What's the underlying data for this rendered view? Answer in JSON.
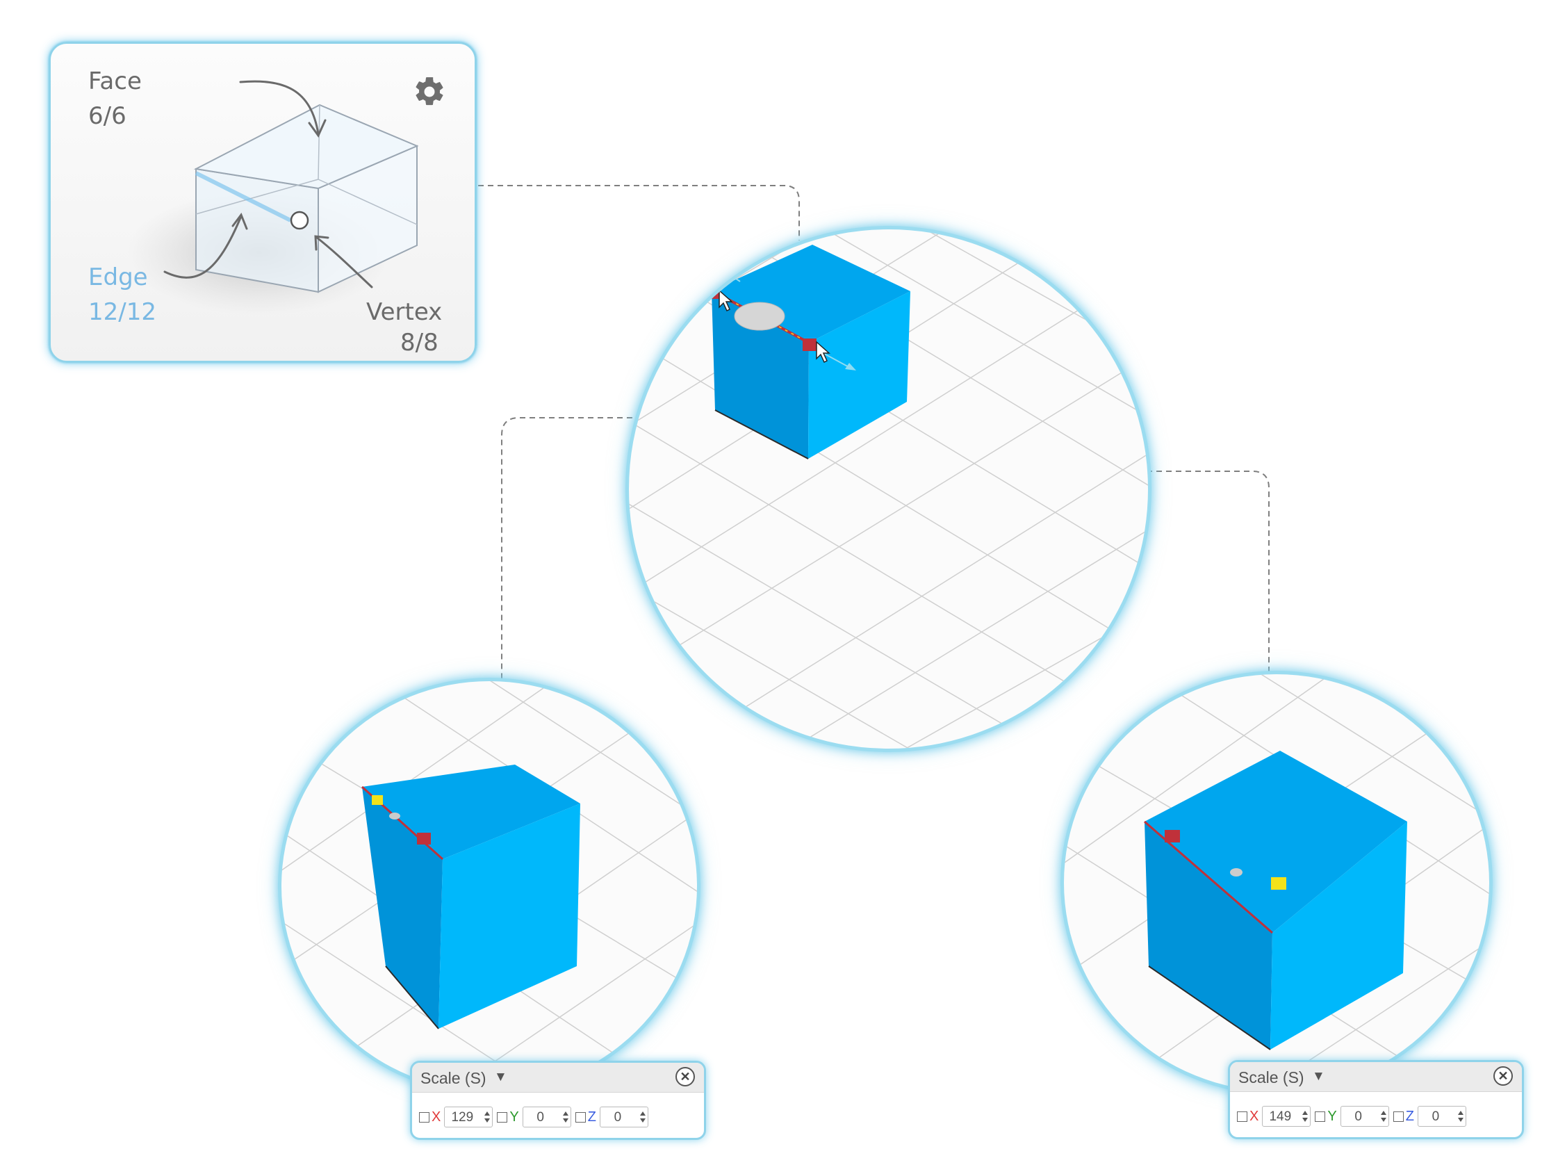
{
  "selection_modes": {
    "face": {
      "label": "Face",
      "count": "6/6"
    },
    "edge": {
      "label": "Edge",
      "count": "12/12"
    },
    "vertex": {
      "label": "Vertex",
      "count": "8/8"
    },
    "active": "edge"
  },
  "colors": {
    "accent_glow": "#8fd3ea",
    "active_mode": "#79b8e3",
    "cube_top": "#00a6ee",
    "cube_left": "#0093d9",
    "cube_right": "#00b8fb",
    "handle_red": "#c0313a",
    "handle_yellow": "#f2e21a",
    "axis_x": "#e03a3a",
    "axis_y": "#2e9a2e",
    "axis_z": "#3a5ee0"
  },
  "icons": {
    "settings": "gear-icon",
    "cursor": "mouse-pointer-icon",
    "close": "close-circle-icon",
    "dropdown": "dropdown-triangle-icon"
  },
  "scale_panels": [
    {
      "title": "Scale (S)",
      "fields": [
        {
          "axis": "X",
          "value": "129"
        },
        {
          "axis": "Y",
          "value": "0"
        },
        {
          "axis": "Z",
          "value": "0"
        }
      ]
    },
    {
      "title": "Scale (S)",
      "fields": [
        {
          "axis": "X",
          "value": "149"
        },
        {
          "axis": "Y",
          "value": "0"
        },
        {
          "axis": "Z",
          "value": "0"
        }
      ]
    }
  ]
}
